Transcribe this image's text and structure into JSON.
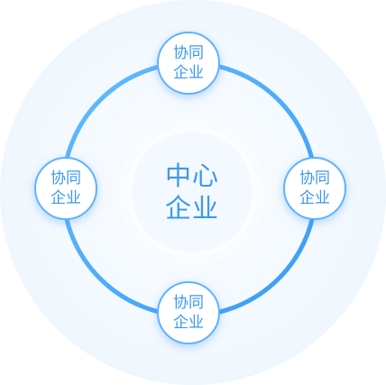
{
  "center": {
    "line1": "中心",
    "line2": "企业"
  },
  "nodes": [
    {
      "line1": "协同",
      "line2": "企业"
    },
    {
      "line1": "协同",
      "line2": "企业"
    },
    {
      "line1": "协同",
      "line2": "企业"
    },
    {
      "line1": "协同",
      "line2": "企业"
    }
  ],
  "colors": {
    "ring": "#4aa8ff",
    "text": "#3b99f0",
    "node_border": "#5fb2ff",
    "halo": "#eef6fe"
  }
}
